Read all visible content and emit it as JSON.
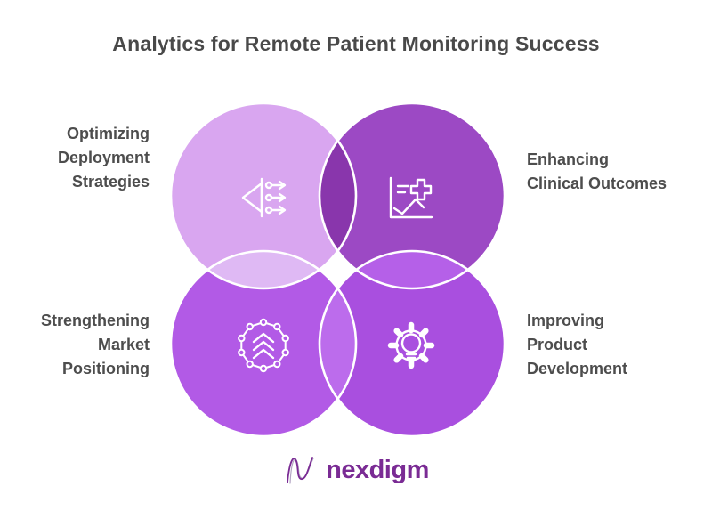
{
  "title": "Analytics for Remote Patient Monitoring Success",
  "diagram": {
    "type": "venn-4-circle",
    "outline_color": "#FFFFFF",
    "segments": [
      {
        "id": "optimizing-deployment-strategies",
        "position": "top-left",
        "label": "Optimizing\nDeployment\nStrategies",
        "icon": "funnel-distribution-arrows-icon",
        "color": "#D9A6F0"
      },
      {
        "id": "enhancing-clinical-outcomes",
        "position": "top-right",
        "label": "Enhancing\nClinical Outcomes",
        "icon": "chart-medical-plus-icon",
        "color": "#9C49C4"
      },
      {
        "id": "strengthening-market-positioning",
        "position": "bottom-left",
        "label": "Strengthening\nMarket\nPositioning",
        "icon": "network-chevrons-up-icon",
        "color": "#B25AE6"
      },
      {
        "id": "improving-product-development",
        "position": "bottom-right",
        "label": "Improving\nProduct\nDevelopment",
        "icon": "gear-lightbulb-icon",
        "color": "#A94FDF"
      }
    ],
    "overlaps": {
      "top": "#8936AC",
      "left": "#DFB9F4",
      "right": "#B560E8",
      "bottom": "#BC6CEC"
    }
  },
  "footer": {
    "logo_text": "nexdigm",
    "logo_color": "#7A2B94"
  }
}
